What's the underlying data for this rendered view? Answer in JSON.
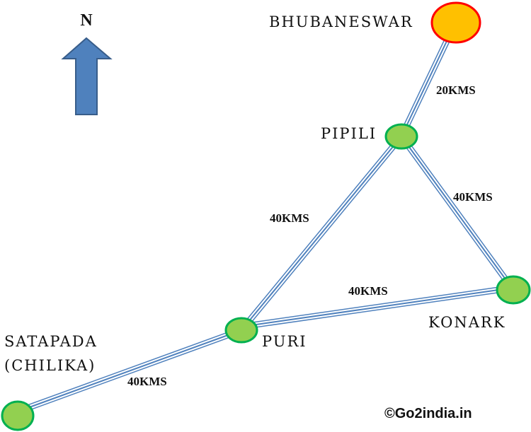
{
  "north_label": "N",
  "cities": {
    "bhubaneswar": "BHUBANESWAR",
    "pipili": "PIPILI",
    "konark": "KONARK",
    "puri": "PURI",
    "satapada_1": "SATAPADA",
    "satapada_2": "(CHILIKA)"
  },
  "distances": {
    "bhubaneswar_pipili": "20KMS",
    "pipili_konark": "40KMS",
    "pipili_puri": "40KMS",
    "puri_konark": "40KMS",
    "puri_satapada": "40KMS"
  },
  "copyright": "©Go2india.in",
  "colors": {
    "road": "#4f81bd",
    "city_fill": "#92d050",
    "city_stroke": "#00b050",
    "capital_fill": "#ffc000",
    "capital_stroke": "#ff0000",
    "arrow": "#4f81bd"
  }
}
